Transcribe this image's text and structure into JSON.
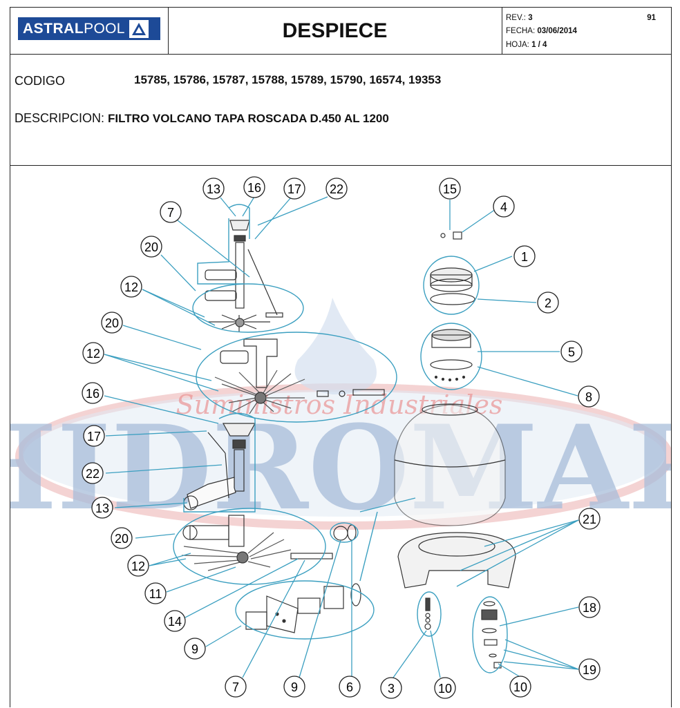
{
  "header": {
    "logo_bold": "ASTRAL",
    "logo_light": "POOL",
    "title": "DESPIECE",
    "rev_label": "REV.:",
    "rev_value": "3",
    "fecha_label": "FECHA:",
    "fecha_value": "03/06/2014",
    "hoja_label": "HOJA:",
    "hoja_value": "1 / 4",
    "page_number": "91"
  },
  "info": {
    "codigo_label": "CODIGO",
    "codigo_value": "15785, 15786, 15787, 15788, 15789, 15790, 16574, 19353",
    "descripcion_label": "DESCRIPCION:",
    "descripcion_value": "FILTRO VOLCANO TAPA ROSCADA D.450 AL 1200"
  },
  "watermark": {
    "text_main": "HIDROMAR",
    "text_sub": "Suministros Industriales"
  },
  "callouts": {
    "c1": "1",
    "c2": "2",
    "c3": "3",
    "c4": "4",
    "c5": "5",
    "c6": "6",
    "c7": "7",
    "c8": "8",
    "c9": "9",
    "c10": "10",
    "c11": "11",
    "c12": "12",
    "c13": "13",
    "c14": "14",
    "c15": "15",
    "c16": "16",
    "c17": "17",
    "c18": "18",
    "c19": "19",
    "c20": "20",
    "c21": "21",
    "c22": "22"
  },
  "colors": {
    "brand_blue": "#1d4a97",
    "leader_line": "#3b9fc0",
    "watermark_blue": "#a9bfdc",
    "watermark_red": "#e04545"
  }
}
